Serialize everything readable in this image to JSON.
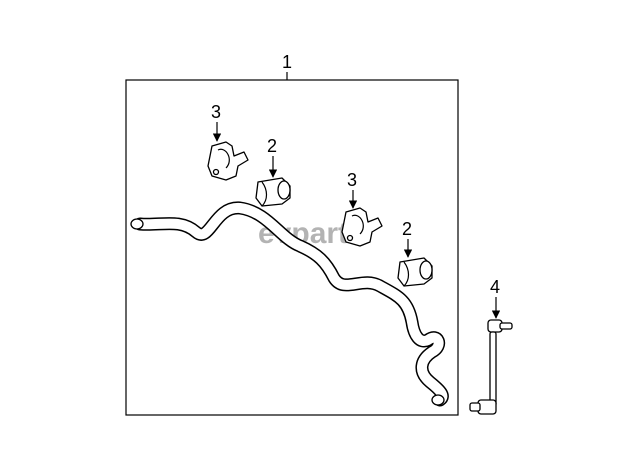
{
  "callouts": {
    "assembly": "1",
    "bushing_left": "2",
    "bushing_right": "2",
    "bracket_left": "3",
    "bracket_right": "3",
    "link": "4"
  },
  "watermark": "evparts"
}
